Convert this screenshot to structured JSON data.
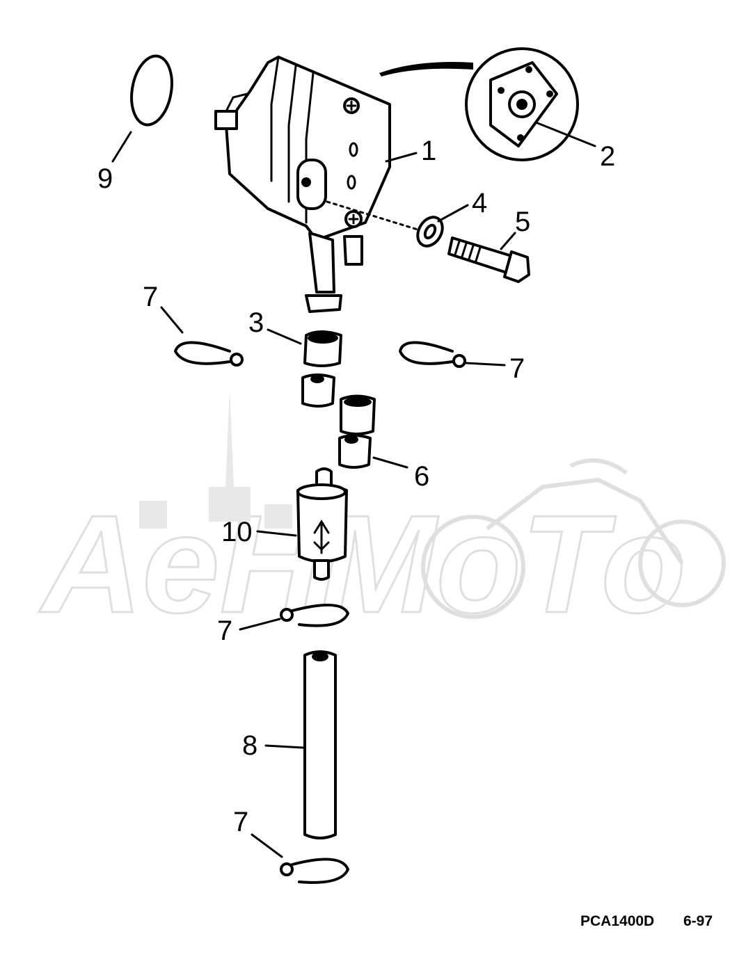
{
  "callouts": [
    "1",
    "2",
    "3",
    "4",
    "5",
    "6",
    "7",
    "7",
    "7",
    "7",
    "8",
    "9",
    "10"
  ],
  "footer": {
    "part_code": "PCA1400D",
    "date_code": "6-97"
  },
  "watermark": {
    "text": "AeHMoTo"
  }
}
